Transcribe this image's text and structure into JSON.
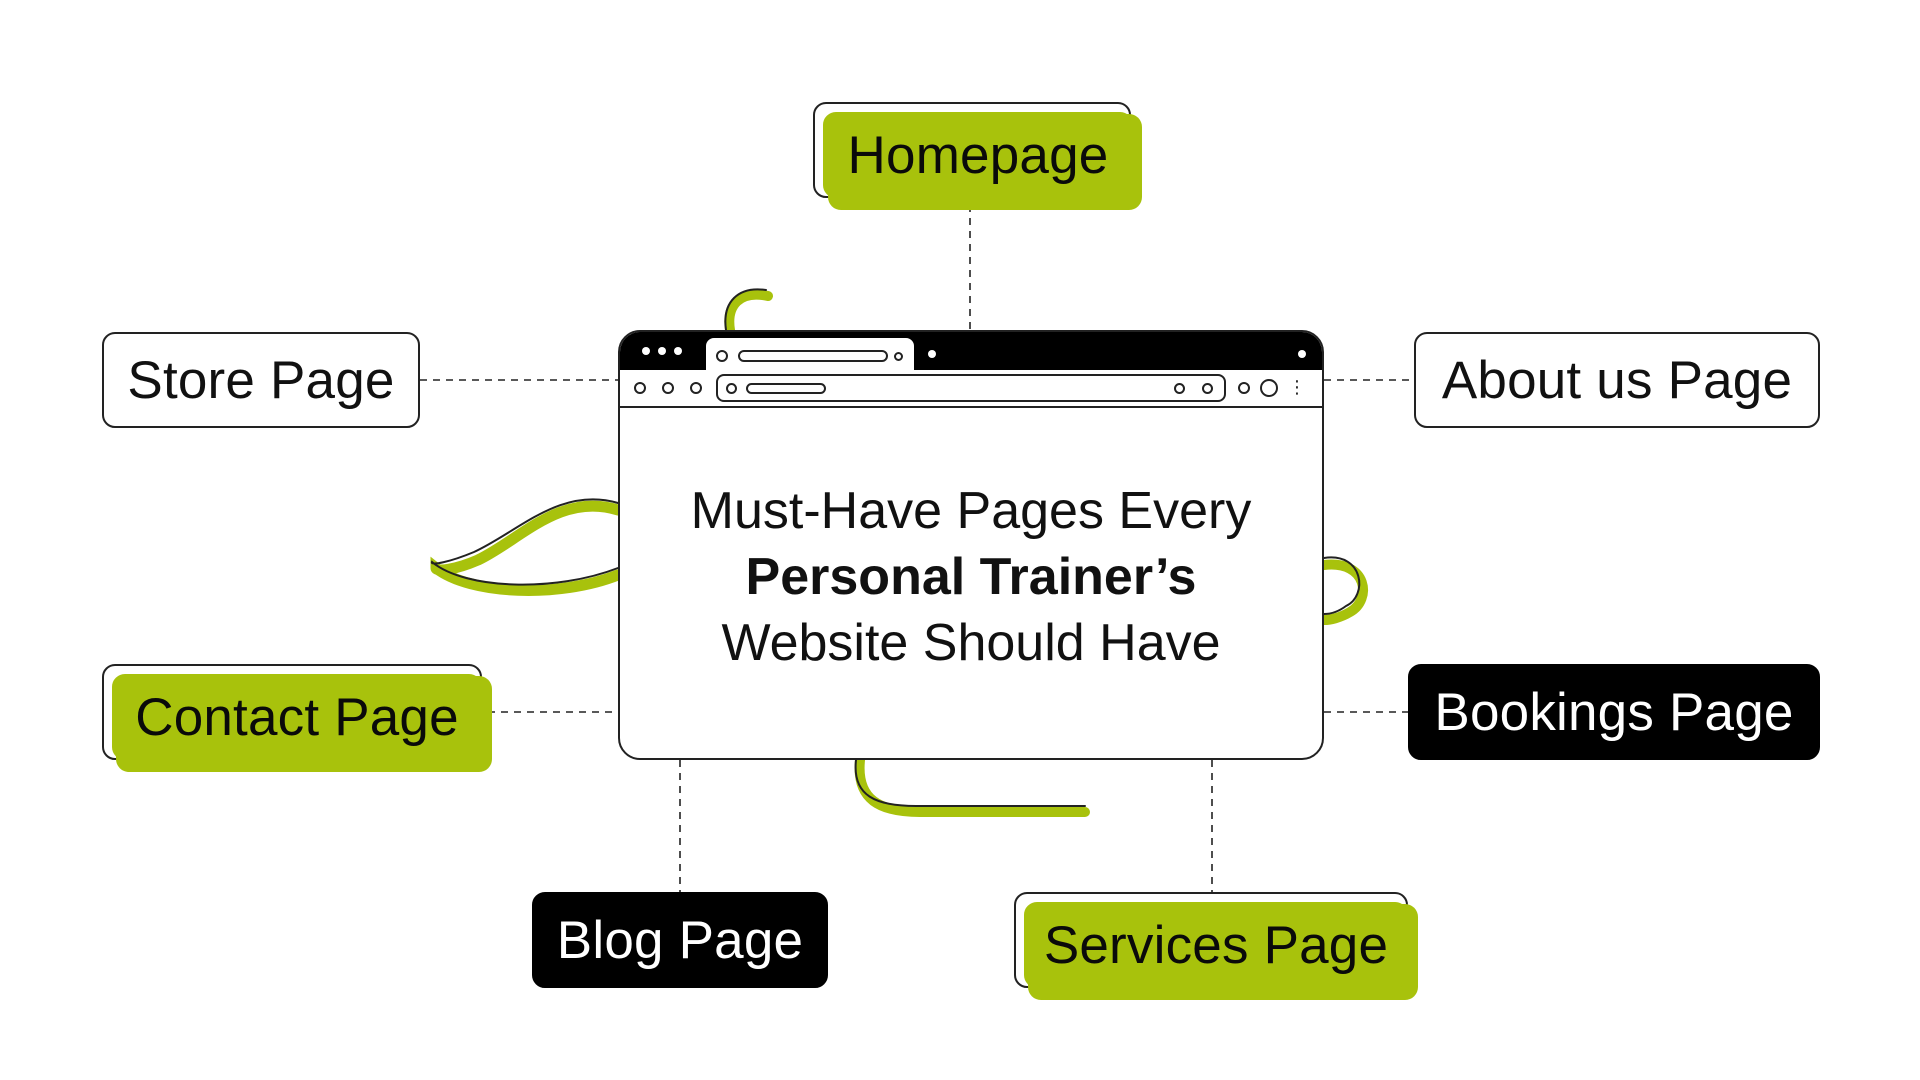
{
  "headline": {
    "line1": "Must-Have Pages Every",
    "line2": "Personal Trainer’s",
    "line3": "Website Should Have"
  },
  "pages": {
    "homepage": "Homepage",
    "store": "Store Page",
    "about": "About us Page",
    "contact": "Contact Page",
    "bookings": "Bookings Page",
    "blog": "Blog Page",
    "services": "Services Page"
  },
  "colors": {
    "accent": "#a8c20c",
    "ink": "#000000",
    "paper": "#ffffff"
  },
  "icons": [
    "window-dots-icon",
    "tab-close-icon",
    "nav-back-icon",
    "nav-forward-icon",
    "reload-icon",
    "more-menu-icon"
  ]
}
